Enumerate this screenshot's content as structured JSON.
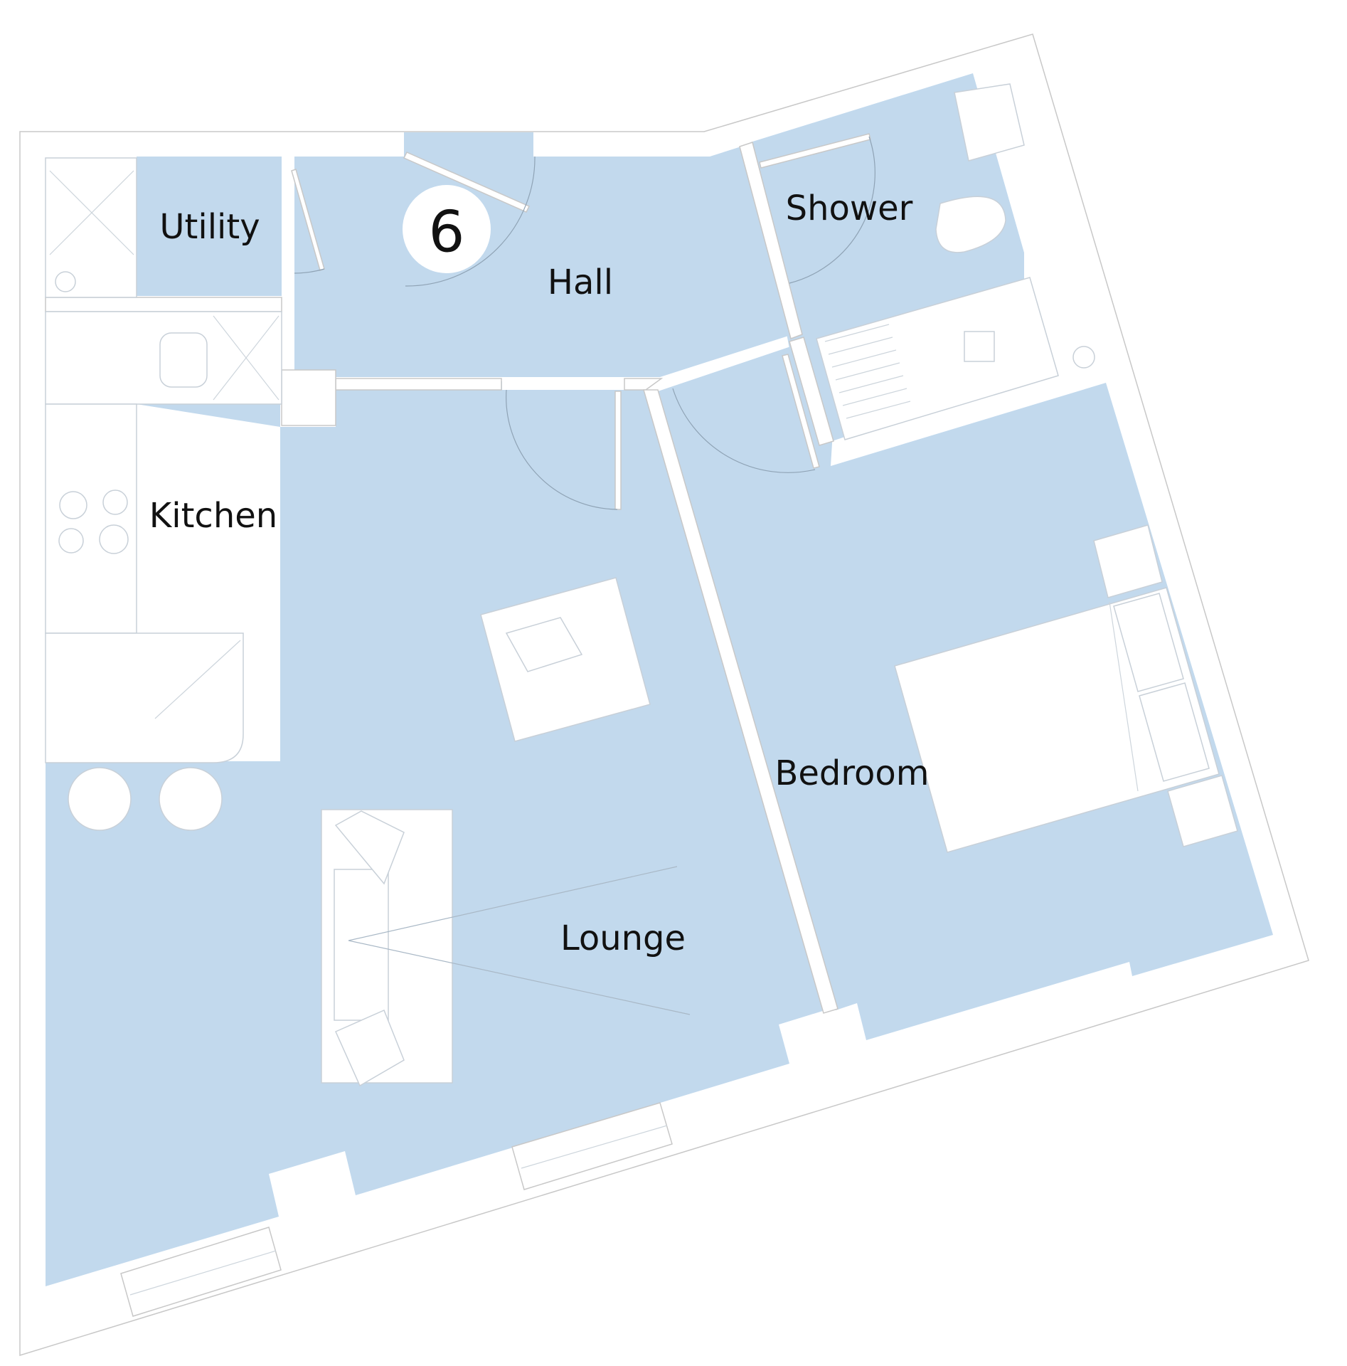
{
  "unit": {
    "number": "6"
  },
  "rooms": {
    "utility": "Utility",
    "hall": "Hall",
    "shower": "Shower",
    "kitchen": "Kitchen",
    "lounge": "Lounge",
    "bedroom": "Bedroom"
  },
  "colors": {
    "floor": "#c2d9ed",
    "wall": "#ffffff",
    "outline": "#c8c8c8",
    "label": "#111111"
  }
}
